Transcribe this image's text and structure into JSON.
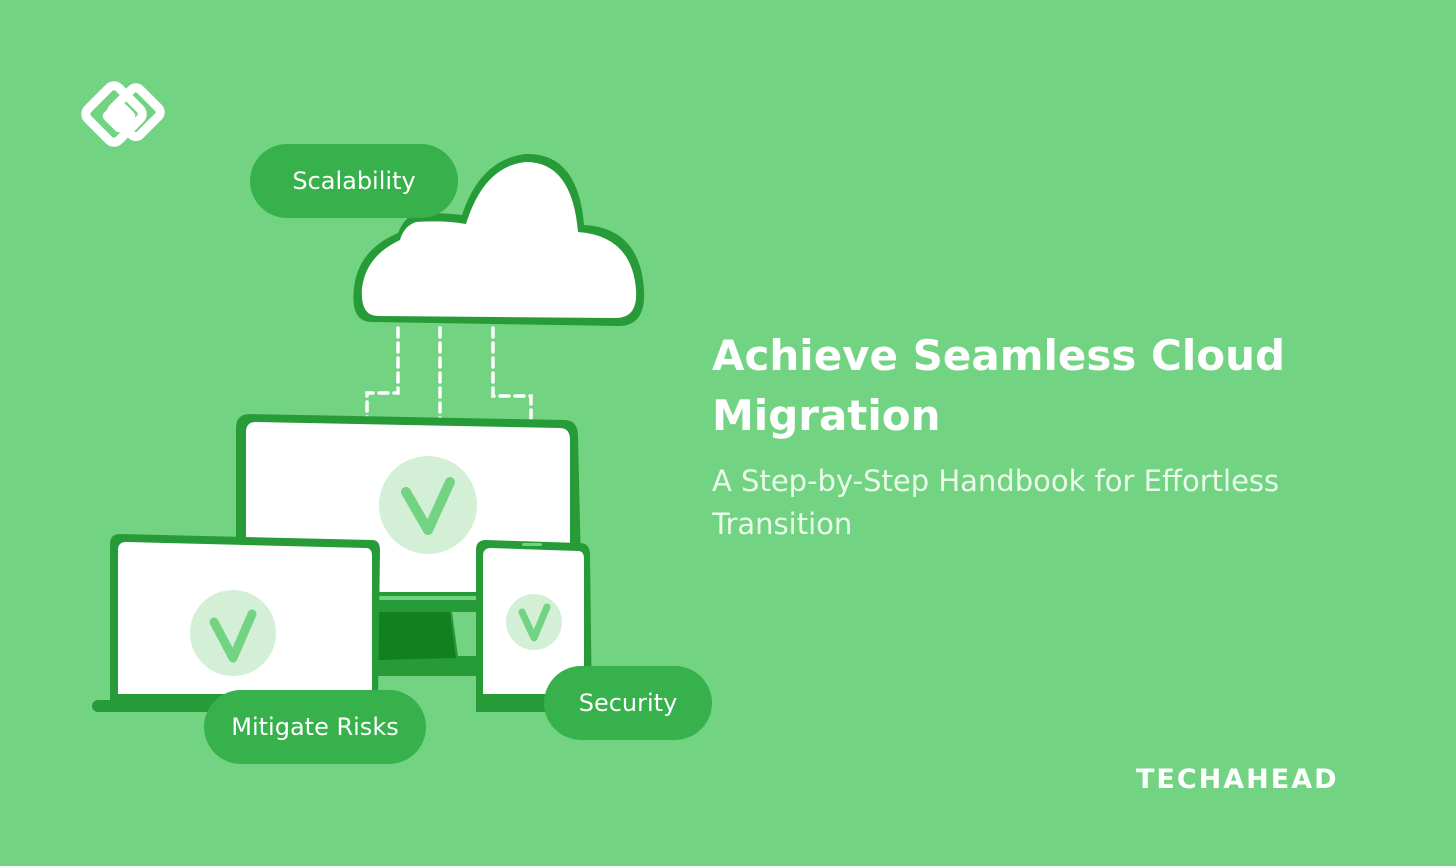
{
  "logo": {
    "icon": "overlapping-diamonds-logo"
  },
  "illustration": {
    "cloud": {
      "icon": "cloud-icon"
    },
    "devices": [
      "monitor",
      "laptop",
      "phone"
    ],
    "check_icon": "checkmark-icon",
    "badges": [
      {
        "label": "Scalability"
      },
      {
        "label": "Mitigate Risks"
      },
      {
        "label": "Security"
      }
    ]
  },
  "headline": {
    "title": "Achieve Seamless Cloud Migration",
    "subtitle": "A Step-by-Step Handbook for Effortless Transition"
  },
  "brand": {
    "name": "TECHAHEAD"
  },
  "colors": {
    "background": "#72d482",
    "pill": "#36b14b",
    "outline": "#289b39",
    "dark": "#12801f",
    "check_bg": "#d3f0d6",
    "check": "#72d482"
  }
}
